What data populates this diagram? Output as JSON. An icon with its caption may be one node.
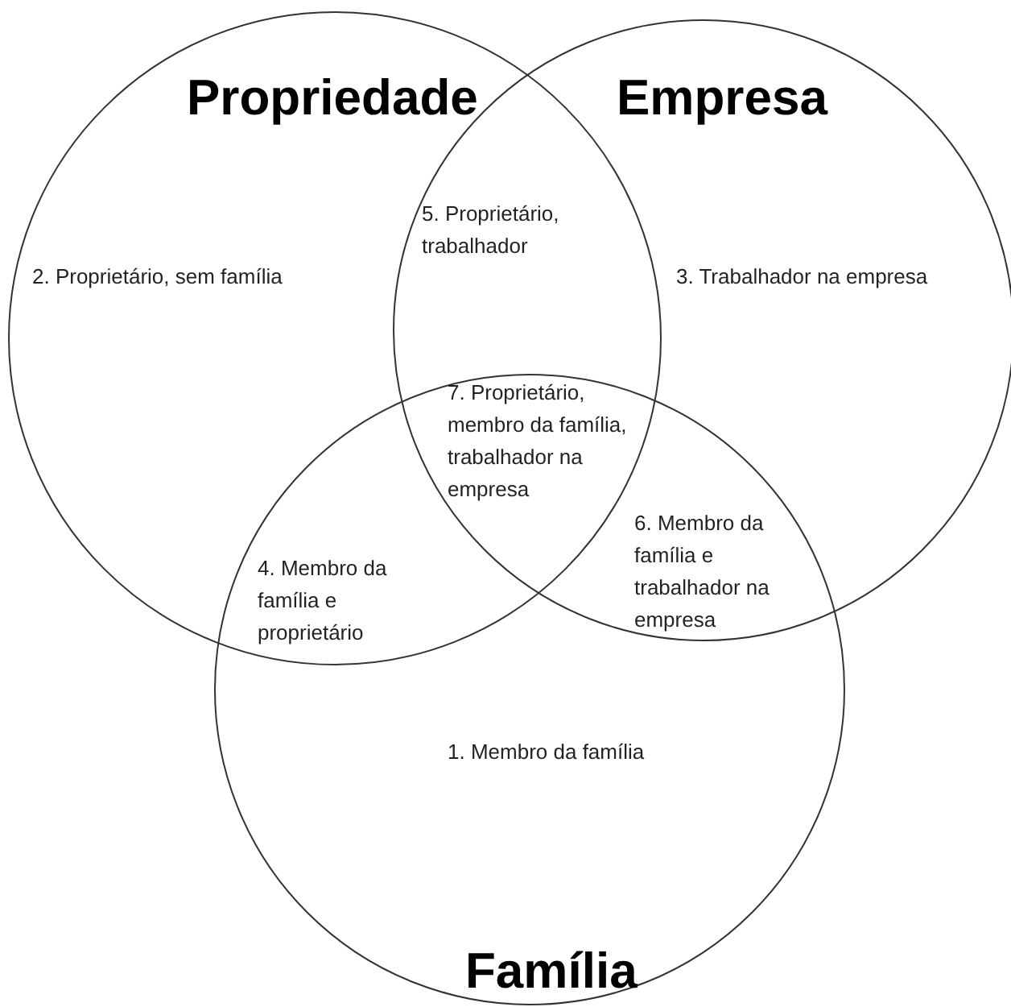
{
  "diagram": {
    "nodes": [
      {
        "text": [
          "Propriedade"
        ]
      },
      {
        "text": [
          "Empresa"
        ]
      },
      {
        "text": [
          "Família"
        ]
      }
    ],
    "labels": [
      "5. Proprietário, trabalhador",
      "2. Proprietário, sem família",
      "3. Trabalhador na empresa",
      "7. Proprietário, membro da família, trabalhador na empresa",
      "6. Membro da família e trabalhador na empresa",
      "4. Membro da família e proprietário",
      "1. Membro da família"
    ]
  }
}
